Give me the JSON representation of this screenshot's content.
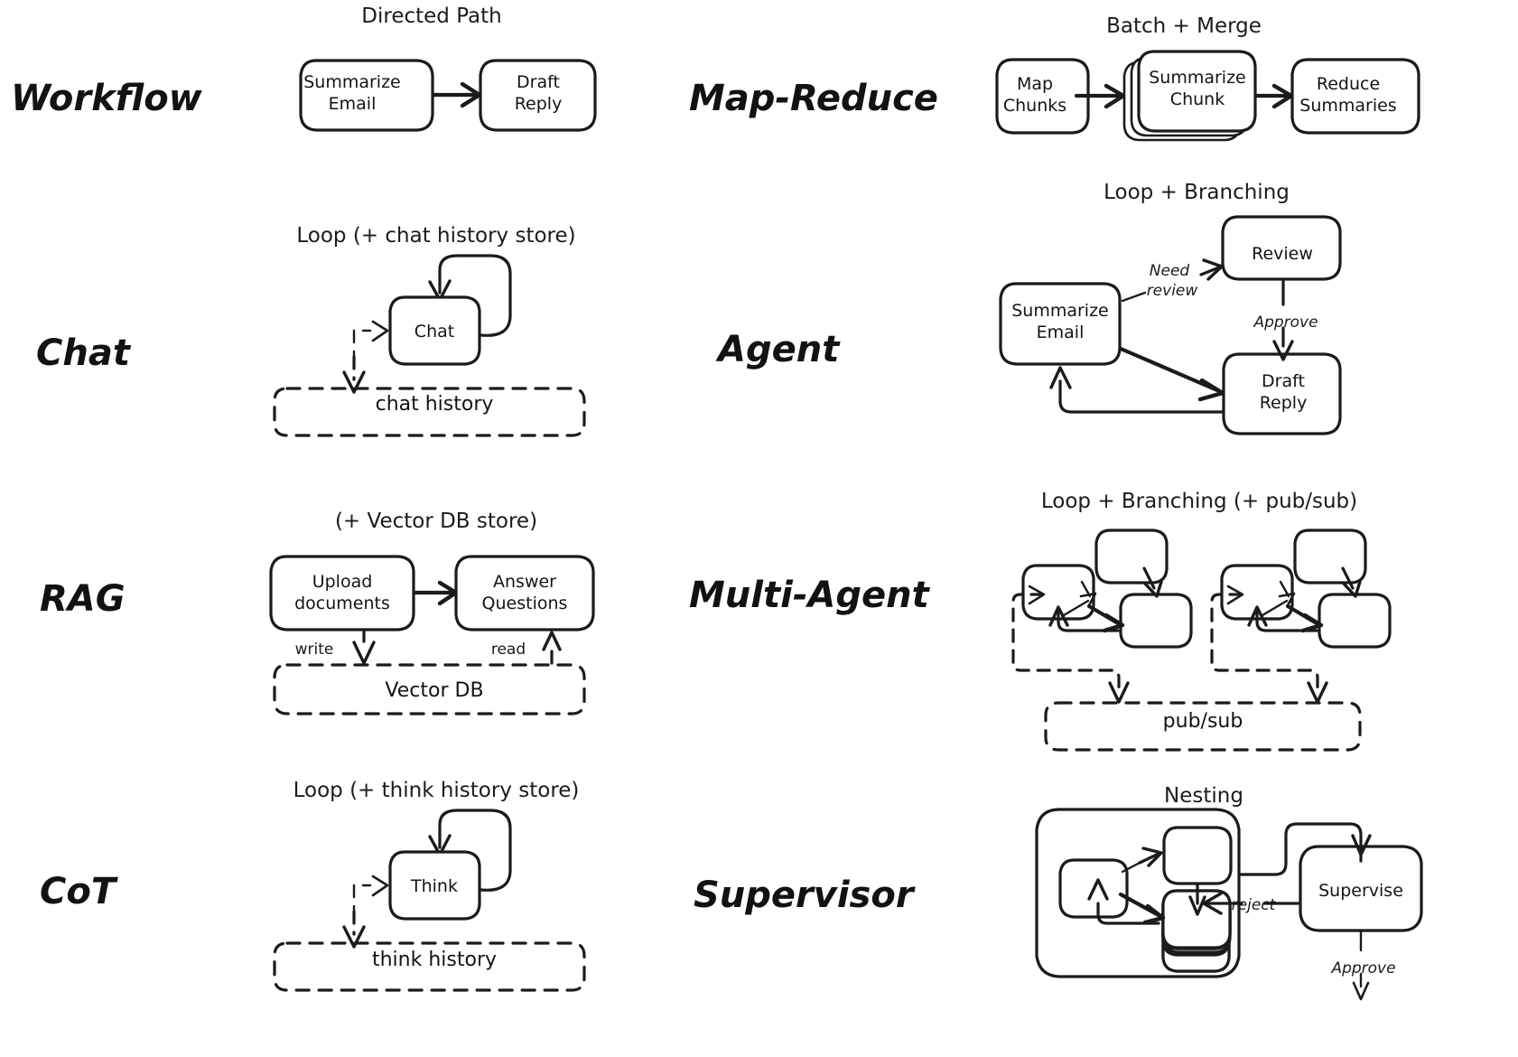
{
  "figure": {
    "title_hidden": "",
    "background": "#ffffff",
    "ink_color": "#1b1b1b",
    "style": "hand-drawn whiteboard sketch"
  },
  "rows": [
    {
      "id": "workflow",
      "label": "Workflow",
      "caption": "Directed Path",
      "nodes": [
        {
          "id": "summarize-email",
          "lines": [
            "Summarize",
            "Email"
          ]
        },
        {
          "id": "draft-reply",
          "lines": [
            "Draft",
            "Reply"
          ]
        }
      ],
      "edges": [
        {
          "from": "summarize-email",
          "to": "draft-reply",
          "label": ""
        }
      ],
      "store": null
    },
    {
      "id": "map-reduce",
      "label": "Map-Reduce",
      "caption": "Batch + Merge",
      "nodes": [
        {
          "id": "map-chunks",
          "lines": [
            "Map",
            "Chunks"
          ]
        },
        {
          "id": "summarize-chunk",
          "lines": [
            "Summarize",
            "Chunk"
          ],
          "stacked": true,
          "stack_count": 3
        },
        {
          "id": "reduce-summaries",
          "lines": [
            "Reduce",
            "Summaries"
          ]
        }
      ],
      "edges": [
        {
          "from": "map-chunks",
          "to": "summarize-chunk",
          "label": ""
        },
        {
          "from": "summarize-chunk",
          "to": "reduce-summaries",
          "label": ""
        }
      ],
      "store": null
    },
    {
      "id": "chat",
      "label": "Chat",
      "caption": "Loop (+ chat history store)",
      "nodes": [
        {
          "id": "chat-node",
          "lines": [
            "Chat"
          ],
          "self_loop": true
        }
      ],
      "edges": [],
      "store": {
        "id": "chat-history-store",
        "label": "chat history",
        "dashed": true
      }
    },
    {
      "id": "agent",
      "label": "Agent",
      "caption": "Loop + Branching",
      "nodes": [
        {
          "id": "agent-summarize-email",
          "lines": [
            "Summarize",
            "Email"
          ]
        },
        {
          "id": "agent-review",
          "lines": [
            "Review"
          ]
        },
        {
          "id": "agent-draft-reply",
          "lines": [
            "Draft",
            "Reply"
          ]
        }
      ],
      "edges": [
        {
          "from": "agent-summarize-email",
          "to": "agent-review",
          "label": "Need review"
        },
        {
          "from": "agent-review",
          "to": "agent-draft-reply",
          "label": "Approve"
        },
        {
          "from": "agent-summarize-email",
          "to": "agent-draft-reply",
          "label": ""
        },
        {
          "from": "agent-draft-reply",
          "to": "agent-summarize-email",
          "label": ""
        }
      ],
      "store": null
    },
    {
      "id": "rag",
      "label": "RAG",
      "caption": "(+ Vector DB store)",
      "nodes": [
        {
          "id": "upload-documents",
          "lines": [
            "Upload",
            "documents"
          ]
        },
        {
          "id": "answer-questions",
          "lines": [
            "Answer",
            "Questions"
          ]
        }
      ],
      "edges": [
        {
          "from": "upload-documents",
          "to": "answer-questions",
          "label": ""
        },
        {
          "from": "upload-documents",
          "to": "vector-db-store",
          "label": "write"
        },
        {
          "from": "vector-db-store",
          "to": "answer-questions",
          "label": "read"
        }
      ],
      "store": {
        "id": "vector-db-store",
        "label": "Vector DB",
        "dashed": true
      }
    },
    {
      "id": "multi-agent",
      "label": "Multi-Agent",
      "caption": "Loop + Branching (+ pub/sub)",
      "nodes": [
        {
          "id": "agent-cluster-1",
          "lines": [],
          "cluster": true,
          "box_count": 3
        },
        {
          "id": "agent-cluster-2",
          "lines": [],
          "cluster": true,
          "box_count": 3
        }
      ],
      "edges": [
        {
          "from": "agent-cluster-1",
          "to": "pub-sub-store",
          "label": ""
        },
        {
          "from": "agent-cluster-2",
          "to": "pub-sub-store",
          "label": ""
        }
      ],
      "store": {
        "id": "pub-sub-store",
        "label": "pub/sub",
        "dashed": true
      }
    },
    {
      "id": "cot",
      "label": "CoT",
      "caption": "Loop (+ think history store)",
      "nodes": [
        {
          "id": "think-node",
          "lines": [
            "Think"
          ],
          "self_loop": true
        }
      ],
      "edges": [],
      "store": {
        "id": "think-history-store",
        "label": "think history",
        "dashed": true
      }
    },
    {
      "id": "supervisor",
      "label": "Supervisor",
      "caption": "Nesting",
      "nodes": [
        {
          "id": "nested-agent-group",
          "lines": [],
          "container": true,
          "box_count": 3
        },
        {
          "id": "supervise-node",
          "lines": [
            "Supervise"
          ]
        }
      ],
      "edges": [
        {
          "from": "nested-agent-group",
          "to": "supervise-node",
          "label": ""
        },
        {
          "from": "supervise-node",
          "to": "nested-agent-group",
          "label": "reject"
        },
        {
          "from": "supervise-node",
          "to": "",
          "label": "Approve"
        }
      ],
      "store": null
    }
  ],
  "labels": {
    "workflow": "Workflow",
    "map_reduce": "Map-Reduce",
    "chat": "Chat",
    "agent": "Agent",
    "rag": "RAG",
    "multi_agent": "Multi-Agent",
    "cot": "CoT",
    "supervisor": "Supervisor"
  },
  "captions": {
    "directed_path": "Directed Path",
    "batch_merge": "Batch + Merge",
    "loop_chat": "Loop (+ chat history store)",
    "loop_branching": "Loop + Branching",
    "vector_db": "(+ Vector DB store)",
    "loop_branching_pubsub": "Loop + Branching (+ pub/sub)",
    "loop_think": "Loop (+ think history store)",
    "nesting": "Nesting"
  },
  "nodes": {
    "summarize_1": "Summarize",
    "email_1": "Email",
    "draft_1": "Draft",
    "reply_1": "Reply",
    "map_1": "Map",
    "chunks_1": "Chunks",
    "summarize_2": "Summarize",
    "chunk_2": "Chunk",
    "reduce_1": "Reduce",
    "summaries_1": "Summaries",
    "chat_node": "Chat",
    "review_node": "Review",
    "summarize_3": "Summarize",
    "email_3": "Email",
    "draft_3": "Draft",
    "reply_3": "Reply",
    "upload_1": "Upload",
    "documents_1": "documents",
    "answer_1": "Answer",
    "questions_1": "Questions",
    "think_node": "Think",
    "supervise_node": "Supervise"
  },
  "stores": {
    "chat_history": "chat history",
    "vector_db": "Vector DB",
    "pub_sub": "pub/sub",
    "think_history": "think history"
  },
  "edge_labels": {
    "need": "Need",
    "review": "review",
    "approve": "Approve",
    "write": "write",
    "read": "read",
    "reject": "reject",
    "approve_2": "Approve"
  }
}
